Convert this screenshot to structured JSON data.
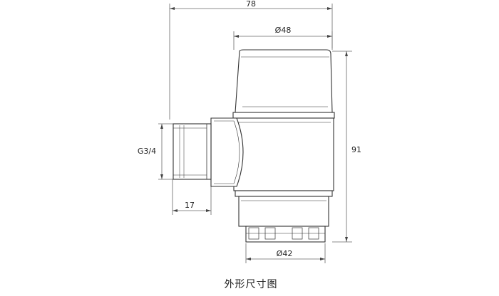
{
  "dimensions": {
    "overall_width": "78",
    "top_diameter": "Ø48",
    "height": "91",
    "thread_size": "G3/4",
    "inlet_length": "17",
    "bottom_diameter": "Ø42"
  },
  "caption": "外形尺寸图",
  "colors": {
    "line": "#333333",
    "dimension_line": "#555555",
    "background": "#ffffff"
  }
}
